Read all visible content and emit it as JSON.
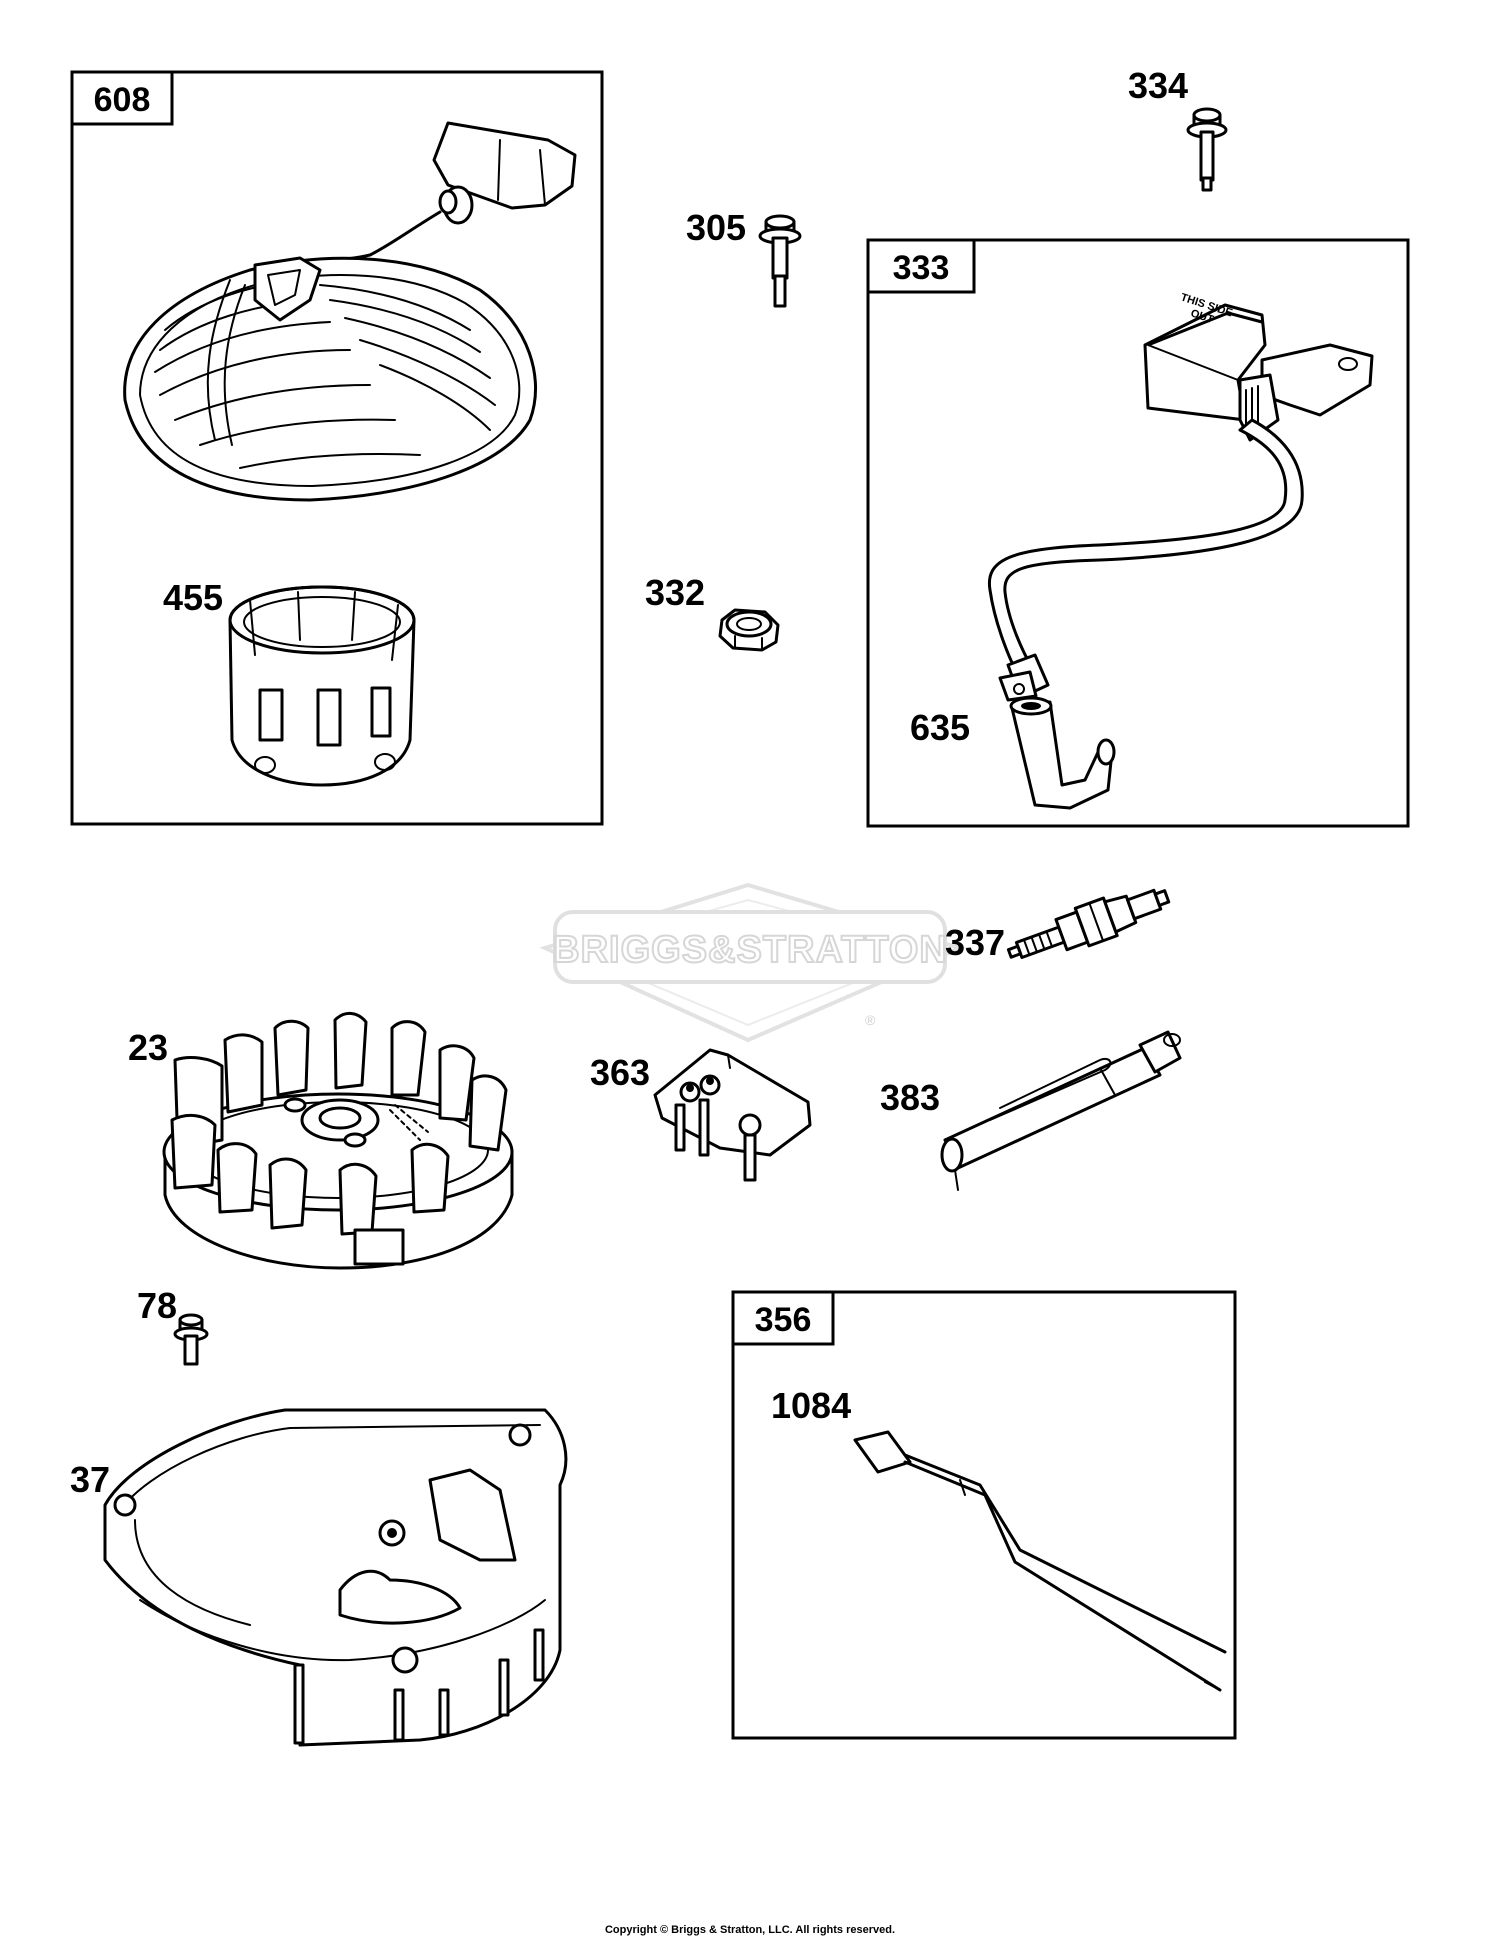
{
  "watermark": {
    "brand": "BRIGGS&STRATTON",
    "registered": "®",
    "color": "#d6d6d6"
  },
  "kits": [
    {
      "id": "608",
      "contains": [
        "455"
      ]
    },
    {
      "id": "333",
      "contains": [
        "635"
      ]
    },
    {
      "id": "356",
      "contains": [
        "1084"
      ]
    }
  ],
  "parts": [
    {
      "id": "334",
      "name": "screw"
    },
    {
      "id": "305",
      "name": "screw"
    },
    {
      "id": "332",
      "name": "nut"
    },
    {
      "id": "635",
      "name": "spark plug boot"
    },
    {
      "id": "455",
      "name": "starter cup"
    },
    {
      "id": "337",
      "name": "spark plug"
    },
    {
      "id": "23",
      "name": "flywheel"
    },
    {
      "id": "363",
      "name": "bracket"
    },
    {
      "id": "383",
      "name": "tool"
    },
    {
      "id": "78",
      "name": "screw"
    },
    {
      "id": "37",
      "name": "blower housing"
    },
    {
      "id": "1084",
      "name": "wire harness"
    }
  ],
  "coil_text": [
    "THIS SIDE",
    "OUT"
  ],
  "copyright": "Copyright © Briggs & Stratton, LLC. All rights reserved."
}
